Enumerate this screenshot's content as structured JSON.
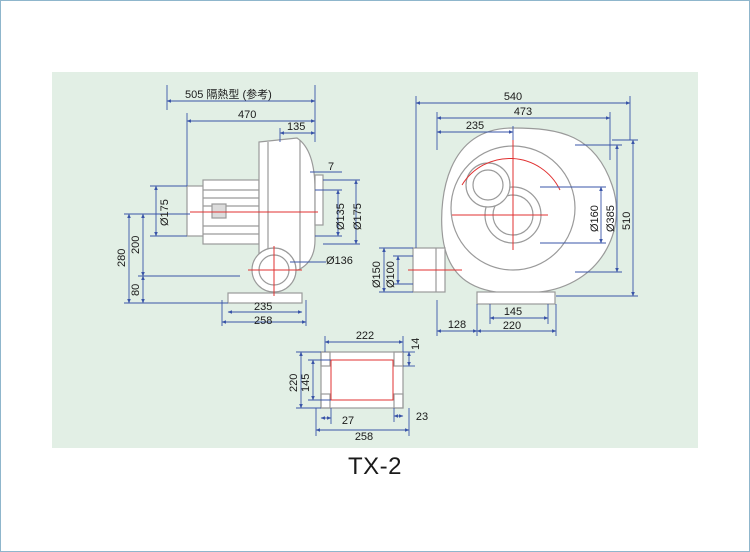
{
  "model": "TX-2",
  "colors": {
    "background": "#e2efe5",
    "dimension_line": "#3a55a8",
    "outline": "#9a9a9a",
    "centerline": "#e03030"
  },
  "dimensions": {
    "side": {
      "d505": "505 隔熱型 (参考)",
      "d470": "470",
      "d135": "135",
      "d7": "7",
      "d175": "Ø175",
      "d135b": "Ø135",
      "d175b": "Ø175",
      "d136": "Ø136",
      "d280": "280",
      "d200": "200",
      "d80": "80",
      "d235": "235",
      "d258": "258"
    },
    "front": {
      "d540": "540",
      "d473": "473",
      "d235": "235",
      "d160": "Ø160",
      "d385": "Ø385",
      "d510": "510",
      "d150": "Ø150",
      "d100": "Ø100",
      "d128": "128",
      "d145": "145",
      "d220": "220"
    },
    "base": {
      "d222": "222",
      "d14": "14",
      "d220": "220",
      "d145": "145",
      "d27": "27",
      "d23": "23",
      "d258": "258"
    }
  }
}
